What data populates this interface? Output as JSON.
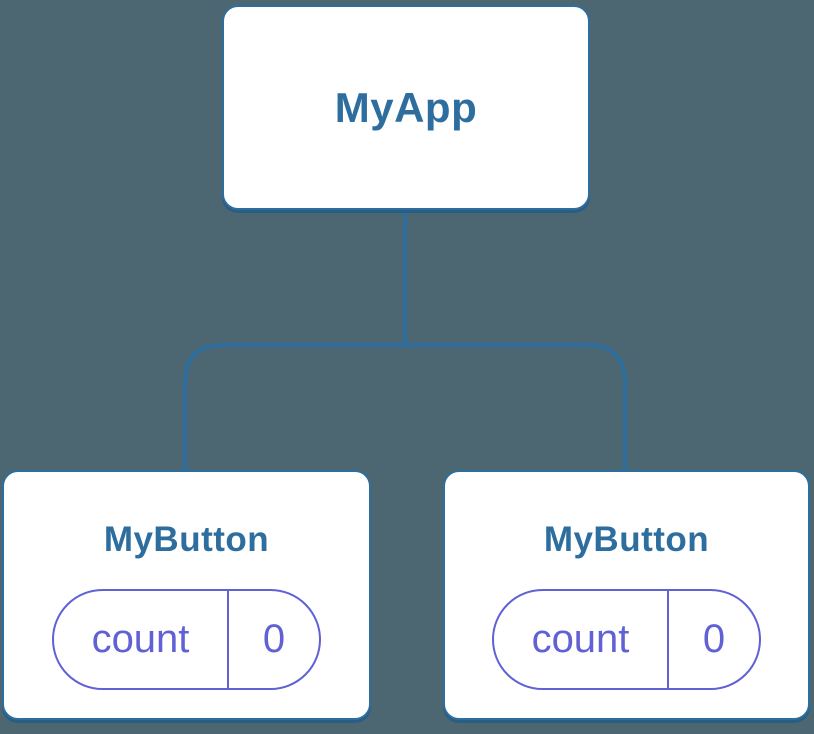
{
  "diagram": {
    "title": "component-tree",
    "root": {
      "label": "MyApp"
    },
    "children": [
      {
        "label": "MyButton",
        "state": {
          "label": "count",
          "value": "0"
        }
      },
      {
        "label": "MyButton",
        "state": {
          "label": "count",
          "value": "0"
        }
      }
    ]
  },
  "colors": {
    "background": "#4C6771",
    "line": "#2E6E9E",
    "node_border": "#2E6E9E",
    "node_text": "#2E6E9E",
    "node_fill": "#FFFFFF",
    "state_accent": "#6161D6"
  }
}
